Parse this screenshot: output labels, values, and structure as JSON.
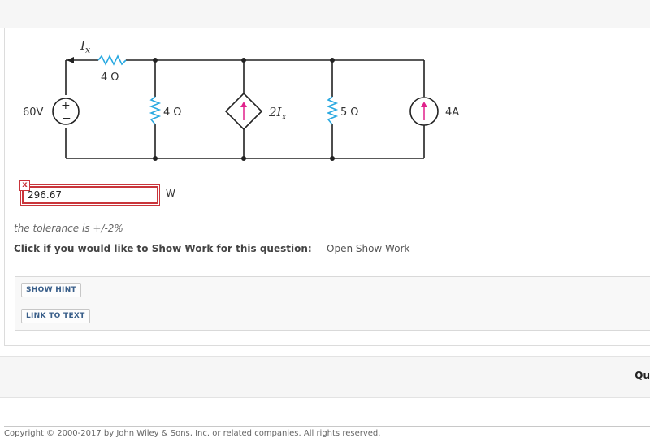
{
  "question": {
    "circuit": {
      "current_label": "I",
      "current_sub": "x",
      "top_resistor": "4 Ω",
      "source_voltage": "60V",
      "source_plus": "+",
      "source_minus": "−",
      "resistor_1": "4 Ω",
      "dependent_source_coef": "2",
      "dependent_source_var": "I",
      "dependent_source_sub": "x",
      "resistor_2": "5 Ω",
      "current_source": "4A"
    },
    "answer_value": "296.67",
    "answer_unit": "W",
    "error_mark": "x",
    "tolerance_text": "the tolerance is +/-2%",
    "show_work_prompt": "Click if you would like to Show Work for this question:",
    "open_show_work": "Open Show Work"
  },
  "buttons": {
    "show_hint": "SHOW HINT",
    "link_to_text": "LINK TO TEXT"
  },
  "footer": {
    "question_nav_partial": "Qu",
    "copyright": "Copyright © 2000-2017 by John Wiley & Sons, Inc. or related companies. All rights reserved."
  },
  "colors": {
    "error_red": "#c9353b",
    "resistor_blue": "#29a9e1",
    "arrow_pink": "#e0218a",
    "button_text": "#3a5f8a"
  }
}
